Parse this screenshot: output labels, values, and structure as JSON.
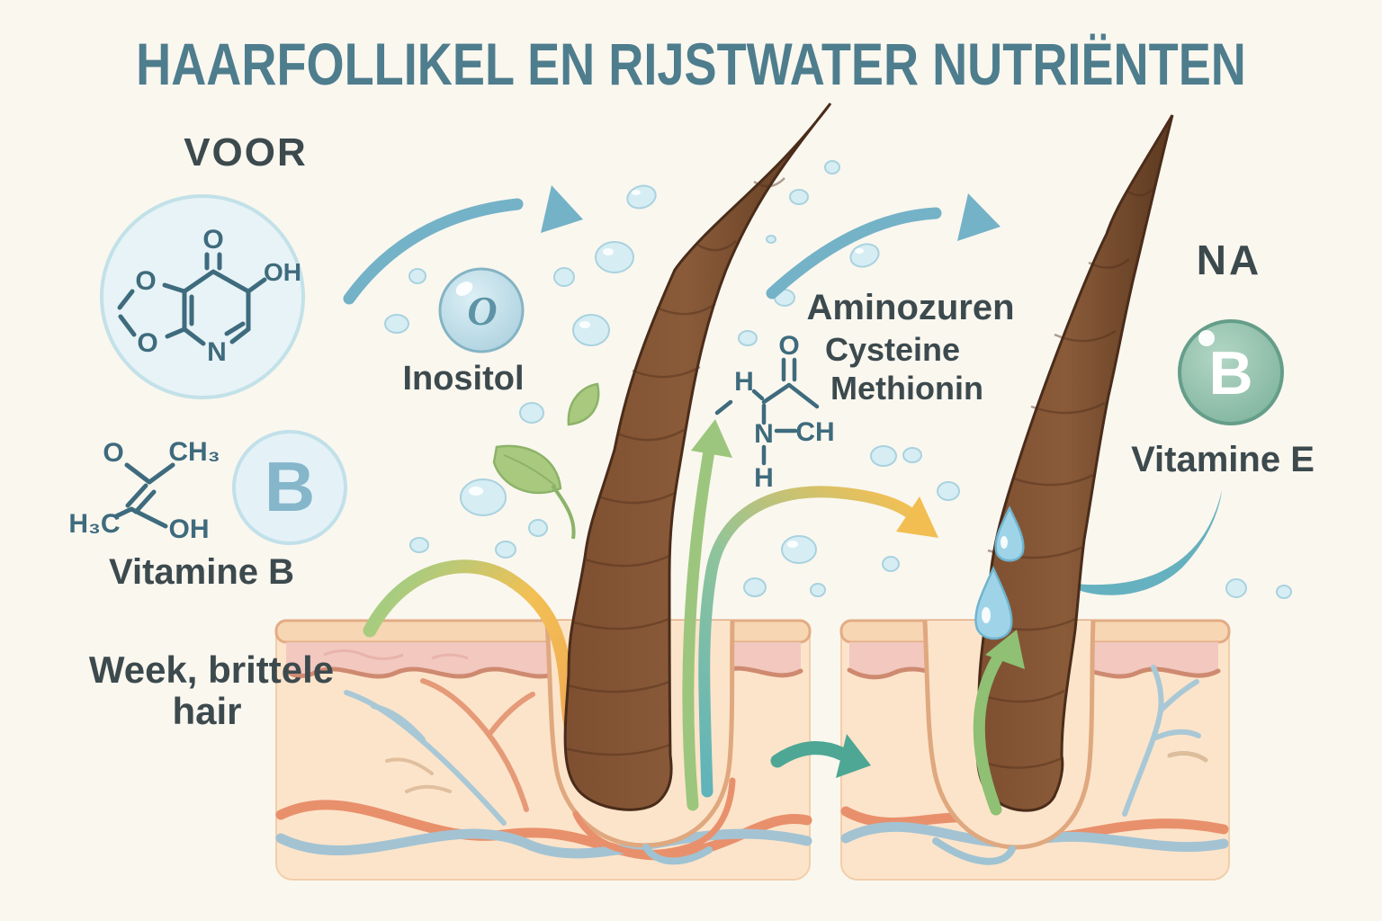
{
  "title": "HAARFOLLIKEL EN RIJSTWATER NUTRIËNTEN",
  "colors": {
    "background": "#FAF7EF",
    "title": "#4E7D8D",
    "text_dark": "#3C4A4E",
    "molecule_line": "#3E6B7D",
    "arrow_blue": "#74B2C7",
    "arrow_green": "#9CC67D",
    "arrow_yellow": "#F2BF52",
    "arrow_teal": "#4EA795",
    "hair_brown": "#6E4529",
    "skin_dermis": "#FCE4CA",
    "skin_epidermis": "#F2C8BF",
    "vessel_red": "#E8906C",
    "vessel_blue": "#A3C3D3",
    "bubble_blue": "#D6EDF4",
    "sphere_green": "#8EC1AE"
  },
  "before": {
    "label": "VOOR",
    "condition_line1": "Week, brittele",
    "condition_line2": "hair",
    "molecule1": {
      "o_top": "O",
      "oh": "OH",
      "n": "N",
      "o_left_top": "O",
      "o_left_bottom": "O"
    },
    "molecule2": {
      "o": "O",
      "ch3": "CH₃",
      "h3c": "H₃C",
      "oh": "OH"
    },
    "vitamin_b_label": "Vitamine B",
    "vitamin_b_bubble": "B",
    "inositol_label": "Inositol",
    "inositol_bubble": "O"
  },
  "nutrients": {
    "amino_heading": "Aminozuren",
    "amino_items": [
      "Cysteine",
      "Methionin"
    ],
    "molecule3": {
      "o": "O",
      "h_top": "H",
      "n": "N",
      "ch": "CH",
      "h_bottom": "H"
    }
  },
  "after": {
    "label": "NA",
    "sphere_letter": "B",
    "vitamin_e_label": "Vitamine E"
  }
}
